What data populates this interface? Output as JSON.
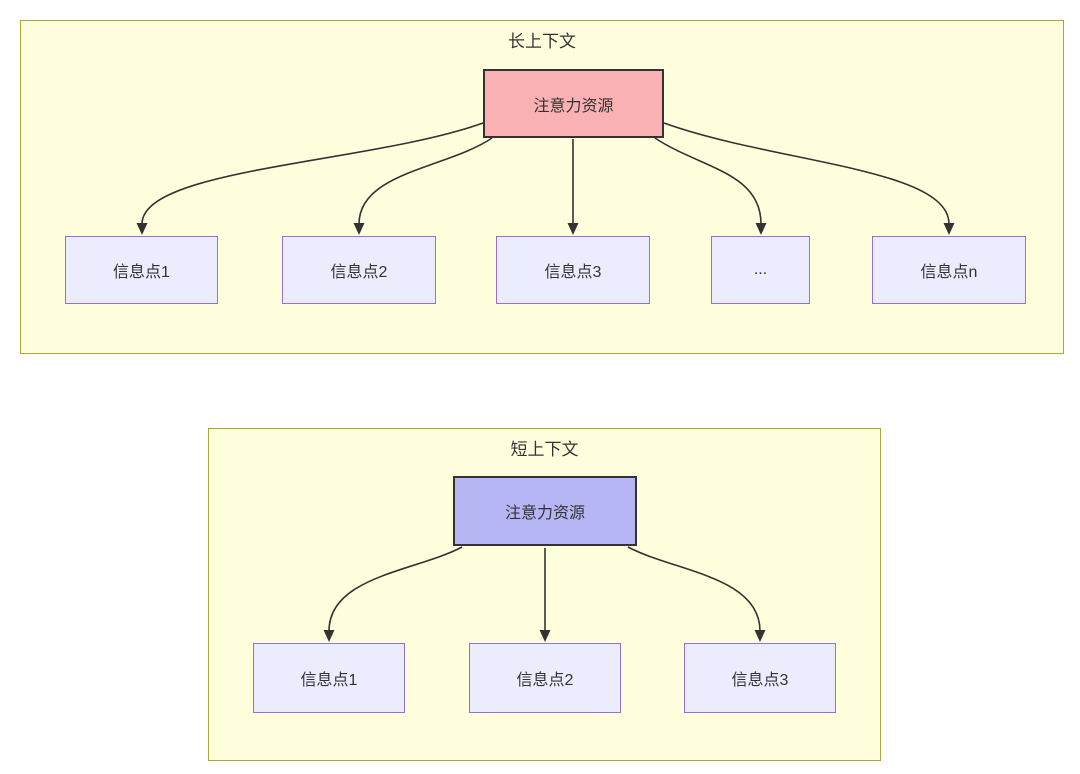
{
  "diagram": {
    "type": "flowchart-comparison",
    "long_context": {
      "title": "长上下文",
      "attention_label": "注意力资源",
      "nodes": [
        "信息点1",
        "信息点2",
        "信息点3",
        "...",
        "信息点n"
      ]
    },
    "short_context": {
      "title": "短上下文",
      "attention_label": "注意力资源",
      "nodes": [
        "信息点1",
        "信息点2",
        "信息点3"
      ]
    },
    "colors": {
      "subgraph_fill": "#ffffde",
      "subgraph_border": "#aaaa33",
      "attention_long_fill": "#fab1b3",
      "attention_short_fill": "#b6b6f5",
      "attention_border": "#333333",
      "info_fill": "#ececff",
      "info_border": "#9370db",
      "arrow": "#333333",
      "text": "#333333",
      "page_background": "#ffffff"
    }
  }
}
